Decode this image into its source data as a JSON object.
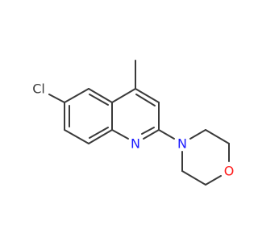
{
  "molecule": {
    "atoms": {
      "cl": {
        "symbol": "Cl",
        "color": "#3a3a3a"
      },
      "n_ring": {
        "symbol": "N",
        "color": "#1a1aff"
      },
      "n_morph": {
        "symbol": "N",
        "color": "#1a1aff"
      },
      "o_morph": {
        "symbol": "O",
        "color": "#ff1a1a"
      }
    },
    "bond_color": "#3a3a3a"
  }
}
